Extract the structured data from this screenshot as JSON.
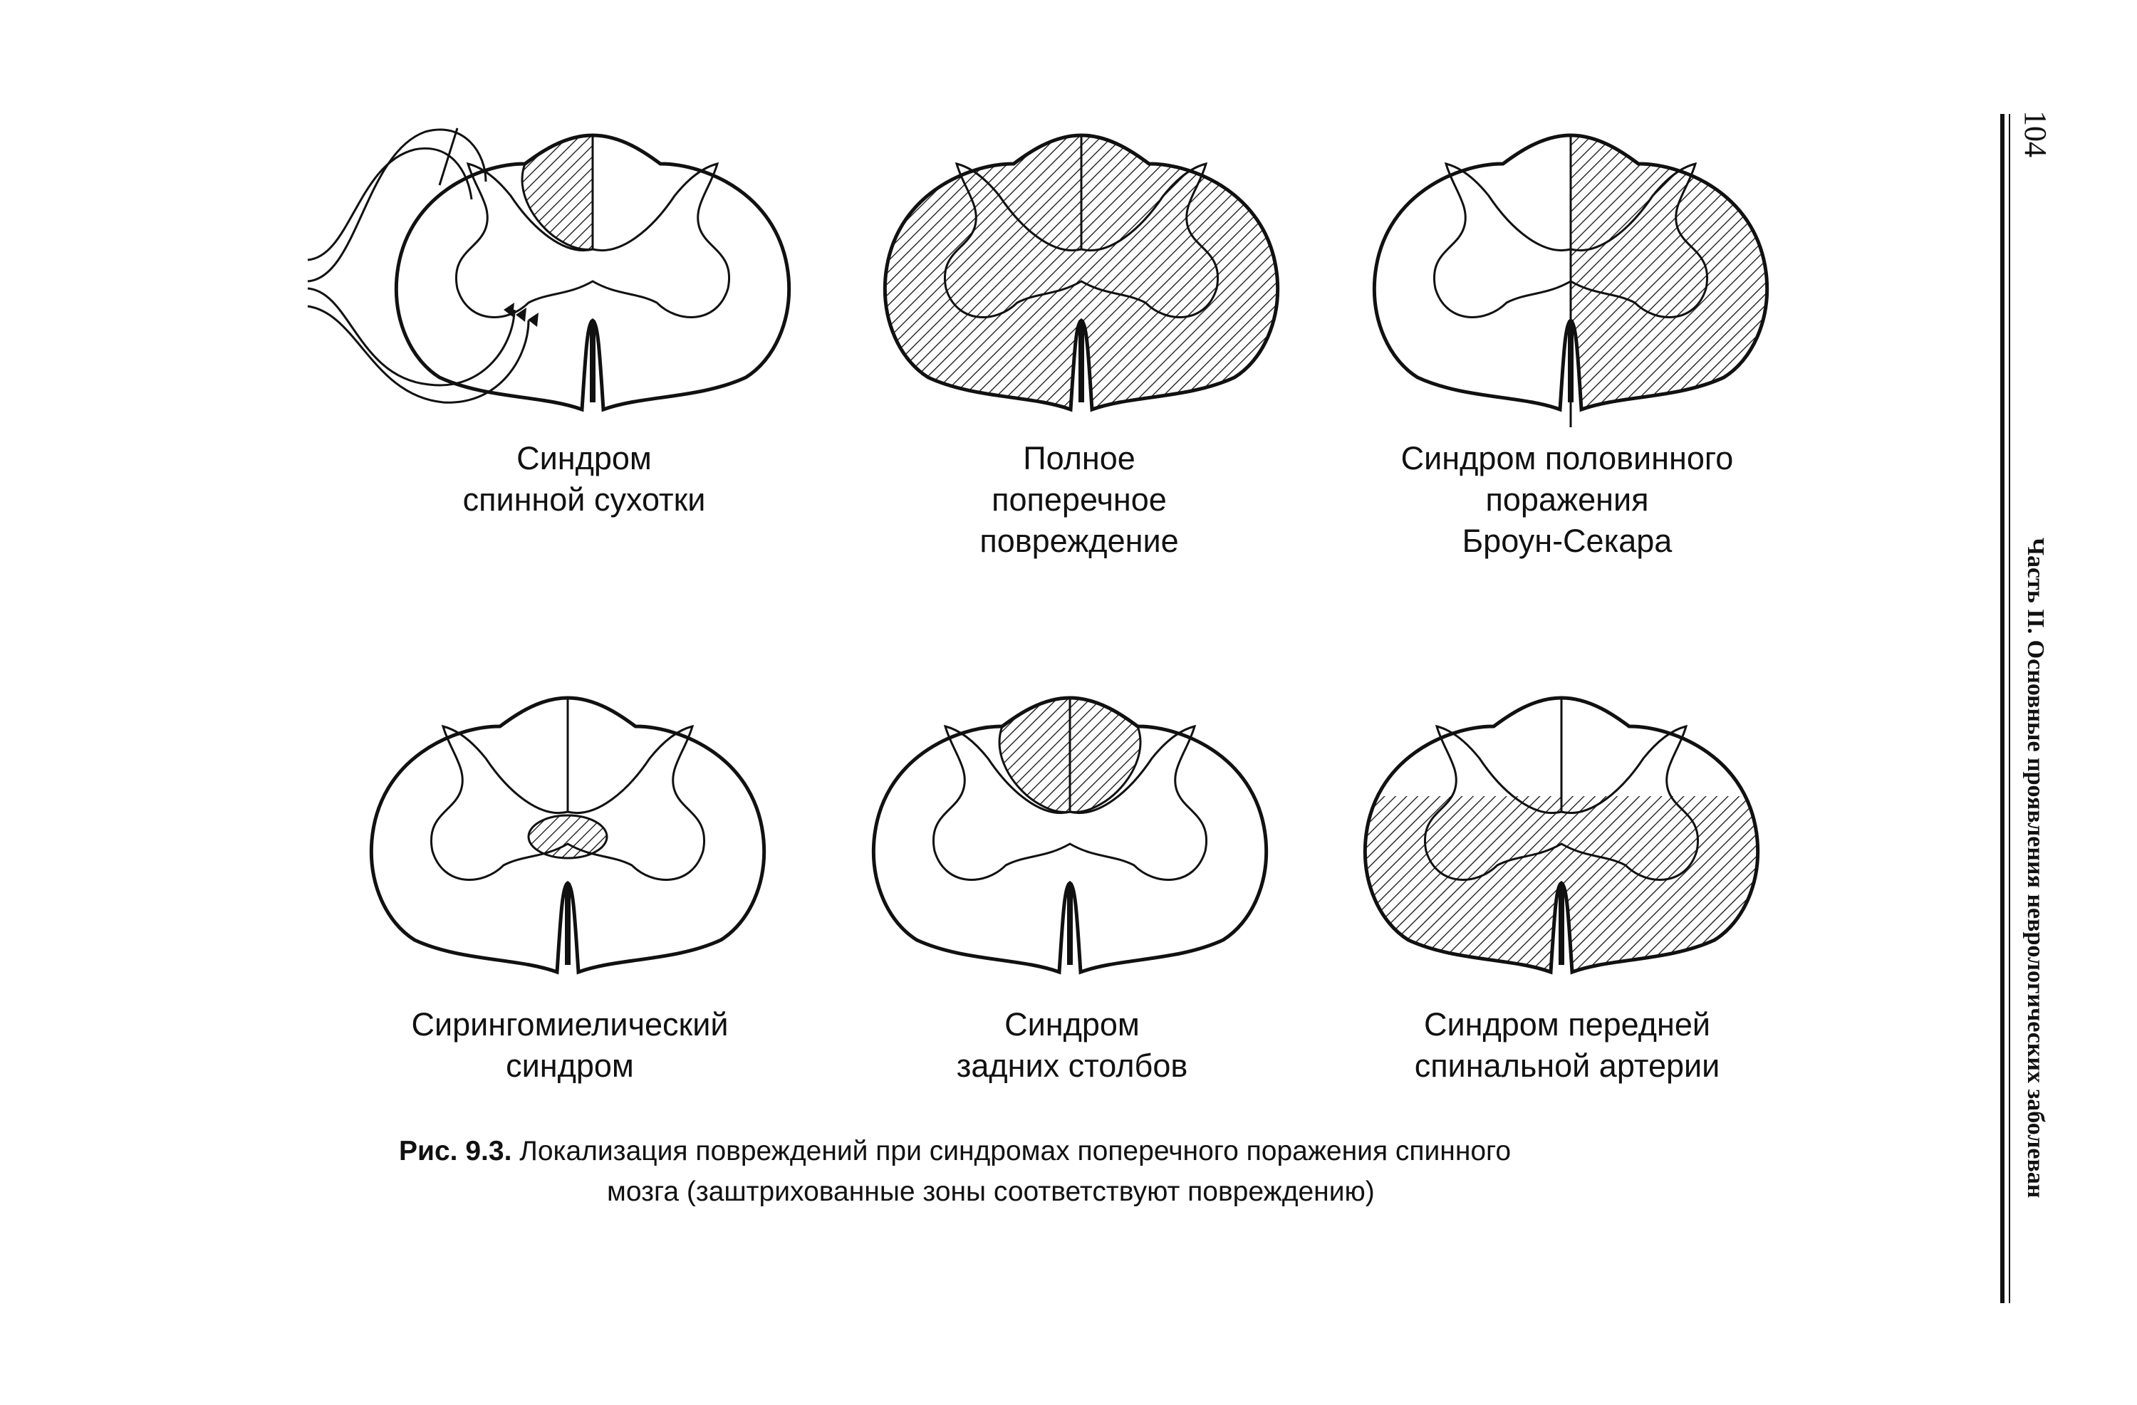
{
  "panels": [
    {
      "id": "tabes",
      "label": [
        "Синдром",
        "спинной сухотки"
      ],
      "lesion": "posterior-column-left"
    },
    {
      "id": "complete",
      "label": [
        "Полное",
        "поперечное",
        "повреждение"
      ],
      "lesion": "whole-section"
    },
    {
      "id": "brown-sequard",
      "label": [
        "Синдром половинного",
        "поражения",
        "Броун-Секара"
      ],
      "lesion": "right-half"
    },
    {
      "id": "syringomyelia",
      "label": [
        "Сирингомиелический",
        "синдром"
      ],
      "lesion": "central-canal"
    },
    {
      "id": "posterior-columns",
      "label": [
        "Синдром",
        "задних столбов"
      ],
      "lesion": "posterior-columns"
    },
    {
      "id": "anterior-artery",
      "label": [
        "Синдром передней",
        "спинальной артерии"
      ],
      "lesion": "anterior-two-thirds"
    }
  ],
  "caption": {
    "figure_number": "Рис. 9.3.",
    "line1": "Локализация повреждений при синдромах поперечного поражения спинного",
    "line2": "мозга (заштрихованные зоны соответствуют повреждению)"
  },
  "side": {
    "page_number": "104",
    "running_head": "Часть II. Основные проявления неврологических заболеван"
  },
  "colors": {
    "ink": "#111111",
    "paper": "#ffffff"
  }
}
